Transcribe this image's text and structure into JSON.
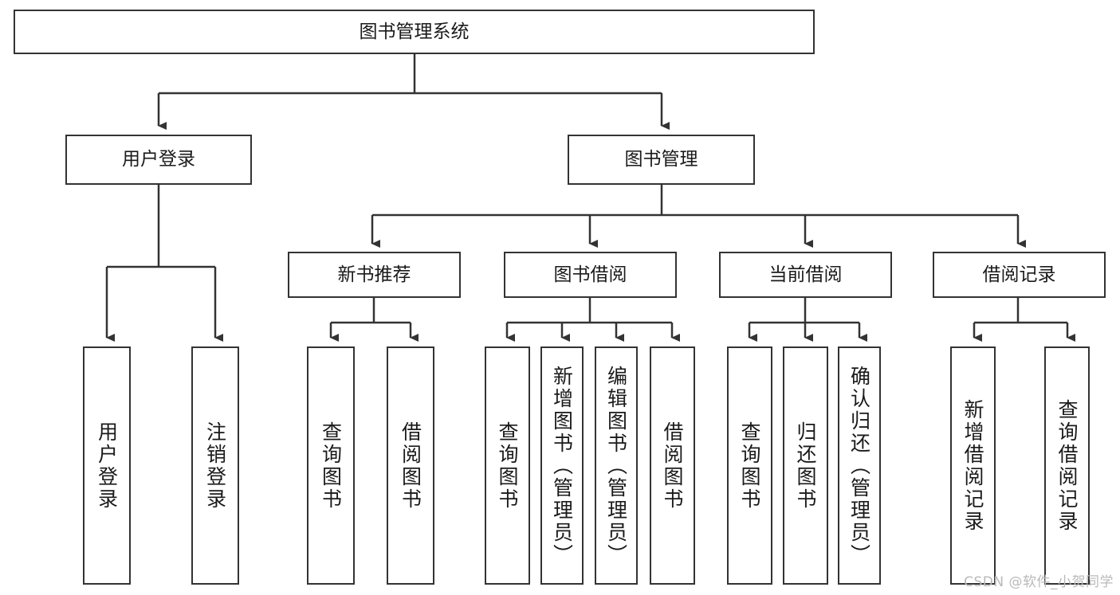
{
  "diagram": {
    "title": "图书管理系统",
    "type": "tree-hierarchy-chart",
    "stroke_color": "#333333",
    "background_color": "#ffffff",
    "text_color": "#1a1a1a",
    "root": {
      "label": "图书管理系统"
    },
    "level2": [
      {
        "label": "用户登录"
      },
      {
        "label": "图书管理"
      }
    ],
    "level3": [
      {
        "label": "新书推荐"
      },
      {
        "label": "图书借阅"
      },
      {
        "label": "当前借阅"
      },
      {
        "label": "借阅记录"
      }
    ],
    "leaves": {
      "user_login": [
        {
          "label": "用户登录"
        },
        {
          "label": "注销登录"
        }
      ],
      "new_book_recommend": [
        {
          "label": "查询图书"
        },
        {
          "label": "借阅图书"
        }
      ],
      "book_borrow": [
        {
          "label": "查询图书"
        },
        {
          "label": "新增图书（管理员）"
        },
        {
          "label": "编辑图书（管理员）"
        },
        {
          "label": "借阅图书"
        }
      ],
      "current_borrow": [
        {
          "label": "查询图书"
        },
        {
          "label": "归还图书"
        },
        {
          "label": "确认归还（管理员）"
        }
      ],
      "borrow_record": [
        {
          "label": "新增借阅记录"
        },
        {
          "label": "查询借阅记录"
        }
      ]
    }
  },
  "watermark": {
    "text": "CSDN @软件_小贺同学"
  }
}
